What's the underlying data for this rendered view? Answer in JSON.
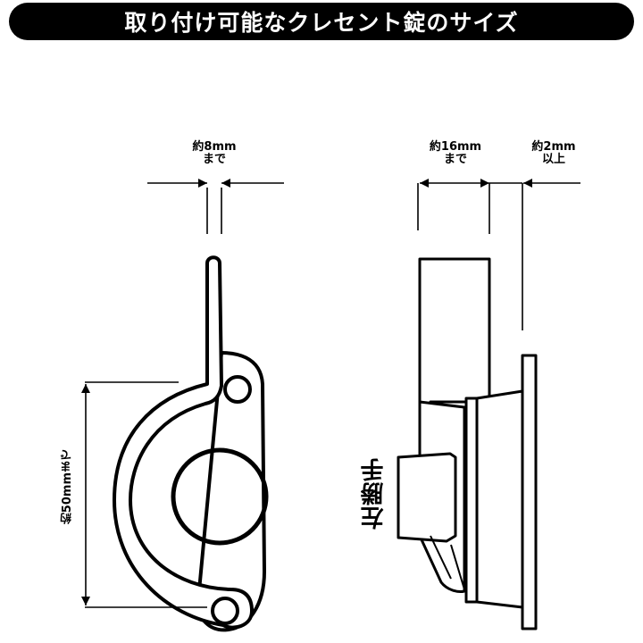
{
  "title": "取り付け可能なクレセント錠のサイズ",
  "dimensions": {
    "width_8mm": {
      "line1": "約8mm",
      "line2": "まで"
    },
    "depth_16mm": {
      "line1": "約16mm",
      "line2": "まで"
    },
    "gap_2mm": {
      "line1": "約2mm",
      "line2": "以上"
    },
    "height_50mm": "約50mmまで"
  },
  "hand_label": "左勝手"
}
